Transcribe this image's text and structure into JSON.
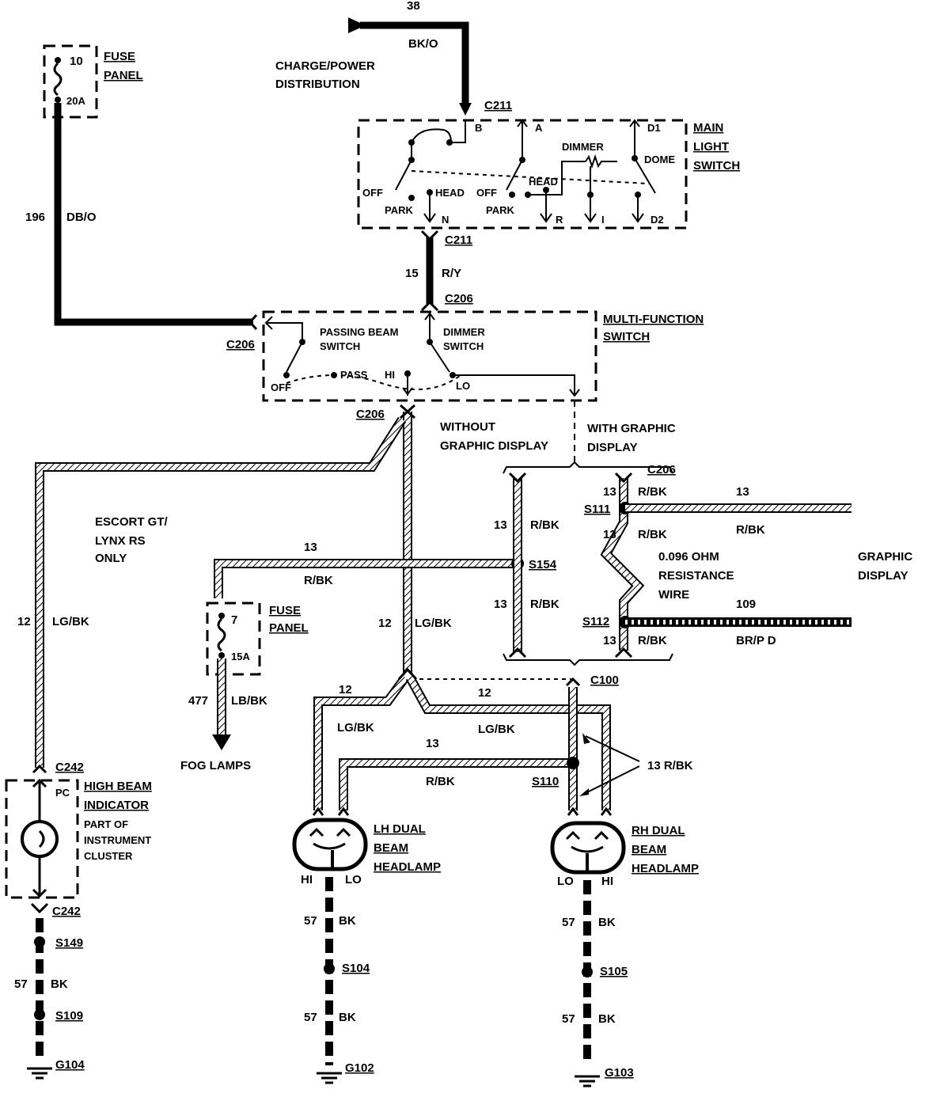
{
  "top_feed": {
    "circuit": "38",
    "color": "BK/O",
    "source": [
      "CHARGE/POWER",
      "DISTRIBUTION"
    ]
  },
  "fuse_panel_top": {
    "fuse": "10",
    "rating": "20A",
    "name": [
      "FUSE",
      "PANEL"
    ]
  },
  "wire_196": {
    "circuit": "196",
    "color": "DB/O"
  },
  "main_light_switch": {
    "name": [
      "MAIN",
      "LIGHT",
      "SWITCH"
    ],
    "connector": "C211",
    "terminals": {
      "b": "B",
      "a": "A",
      "d1": "D1",
      "d2": "D2",
      "n": "N",
      "r": "R",
      "i": "I"
    },
    "labels": {
      "off1": "OFF",
      "park1": "PARK",
      "head1": "HEAD",
      "off2": "OFF",
      "park2": "PARK",
      "head2": "HEAD",
      "dimmer": "DIMMER",
      "dome": "DOME"
    }
  },
  "wire_15": {
    "connector_top": "C211",
    "circuit": "15",
    "color": "R/Y",
    "connector_bottom": "C206"
  },
  "multi_function_switch": {
    "name": [
      "MULTI-FUNCTION",
      "SWITCH"
    ],
    "connector_left": "C206",
    "connector_bottom": "C206",
    "passing": [
      "PASSING BEAM",
      "SWITCH"
    ],
    "dimmer": [
      "DIMMER",
      "SWITCH"
    ],
    "labels": {
      "off": "OFF",
      "pass": "PASS",
      "hi": "HI",
      "lo": "LO"
    }
  },
  "variants": {
    "without": [
      "WITHOUT",
      "GRAPHIC DISPLAY"
    ],
    "with": [
      "WITH GRAPHIC",
      "DISPLAY"
    ]
  },
  "escort_note": [
    "ESCORT GT/",
    "LYNX RS",
    "ONLY"
  ],
  "lg_bk_left": {
    "circuit": "12",
    "color": "LG/BK"
  },
  "lg_bk_center": {
    "circuit": "12",
    "color": "LG/BK"
  },
  "fog_branch": {
    "circuit": "13",
    "color": "R/BK",
    "splice": "S154"
  },
  "fuse_panel_fog": {
    "fuse": "7",
    "rating": "15A",
    "name": [
      "FUSE",
      "PANEL"
    ],
    "out_circuit": "477",
    "out_color": "LB/BK",
    "load": "FOG LAMPS"
  },
  "without_wire": {
    "upper_circuit": "13",
    "upper_color": "R/BK",
    "lower_circuit": "13",
    "lower_color": "R/BK"
  },
  "graphic_wire": {
    "connector": "C206",
    "top_circuit": "13",
    "top_color": "R/BK",
    "splice1": "S111",
    "out_circuit": "13",
    "out_color": "R/BK",
    "mid_circuit": "13",
    "mid_color": "R/BK",
    "resistance": [
      "0.096 OHM",
      "RESISTANCE",
      "WIRE"
    ],
    "splice2": "S112",
    "out2_circuit": "109",
    "out2_color": "BR/P D",
    "bottom_circuit": "13",
    "bottom_color": "R/BK",
    "device": [
      "GRAPHIC",
      "DISPLAY"
    ]
  },
  "connector_c100": "C100",
  "lower_wires": {
    "lh_lg_circuit": "12",
    "lh_lg_color": "LG/BK",
    "rh_lg_circuit": "12",
    "rh_lg_color": "LG/BK",
    "rbk_circuit": "13",
    "rbk_color": "R/BK",
    "splice": "S110",
    "callout": "13 R/BK"
  },
  "high_beam_indicator": {
    "connector_top": "C242",
    "pc": "PC",
    "name": [
      "HIGH BEAM",
      "INDICATOR"
    ],
    "note": [
      "PART OF",
      "INSTRUMENT",
      "CLUSTER"
    ],
    "connector_bottom": "C242"
  },
  "lh_headlamp": {
    "name": [
      "LH DUAL",
      "BEAM",
      "HEADLAMP"
    ],
    "hi": "HI",
    "lo": "LO"
  },
  "rh_headlamp": {
    "name": [
      "RH DUAL",
      "BEAM",
      "HEADLAMP"
    ],
    "lo": "LO",
    "hi": "HI"
  },
  "ground_left": {
    "splice1": "S149",
    "circuit": "57",
    "color": "BK",
    "splice2": "S109",
    "ground": "G104"
  },
  "ground_lh": {
    "circuit1": "57",
    "color1": "BK",
    "splice": "S104",
    "circuit2": "57",
    "color2": "BK",
    "ground": "G102"
  },
  "ground_rh": {
    "circuit1": "57",
    "color1": "BK",
    "splice": "S105",
    "circuit2": "57",
    "color2": "BK",
    "ground": "G103"
  }
}
